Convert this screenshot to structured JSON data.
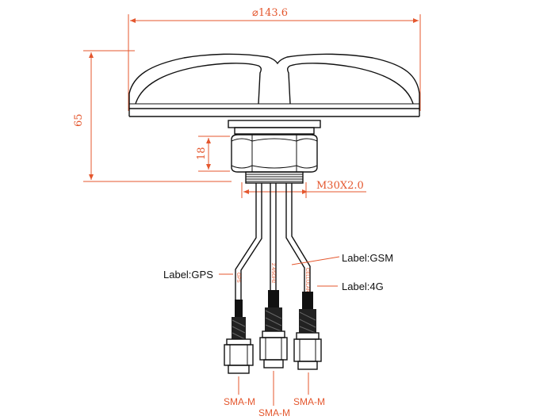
{
  "dimensions": {
    "diameter": "⌀143.6",
    "height": "65",
    "nut_height": "18",
    "thread": "M30X2.0"
  },
  "cable_labels": {
    "gps": "Label:GPS",
    "gsm": "Label:GSM",
    "fourg": "Label:4G"
  },
  "cable_prints": {
    "gps": "GPS",
    "gsm": "2.4/5GHz",
    "fourg": "CELLULAR"
  },
  "connectors": {
    "left": "SMA-M",
    "center": "SMA-M",
    "right": "SMA-M"
  }
}
